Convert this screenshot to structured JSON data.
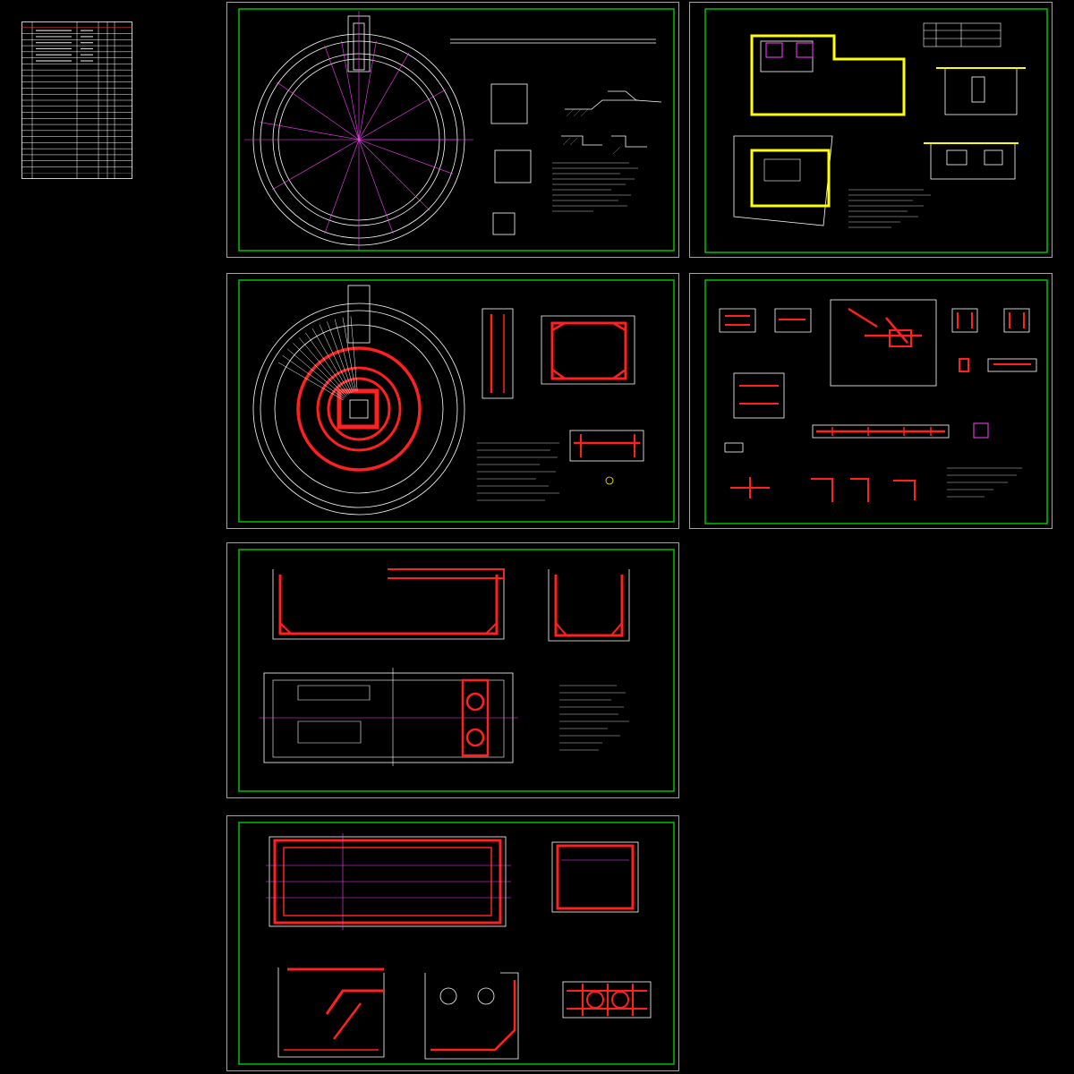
{
  "drawing_index": {
    "title": "",
    "rows": 26,
    "highlighted_rows": [
      0,
      1,
      2,
      3,
      4,
      5
    ]
  },
  "sheets": [
    {
      "id": "sheet-1",
      "content": "circular-tank-plan-with-sections"
    },
    {
      "id": "sheet-2",
      "content": "pump-house-plan-section-elevation"
    },
    {
      "id": "sheet-3",
      "content": "circular-tank-reinforcement-plan"
    },
    {
      "id": "sheet-4",
      "content": "detail-sections-reinforcement"
    },
    {
      "id": "sheet-5",
      "content": "rectangular-tank-sections-and-plan"
    },
    {
      "id": "sheet-6",
      "content": "rectangular-tank-reinforcement-sections"
    }
  ],
  "colors": {
    "background": "#000000",
    "border": "#00c000",
    "linework": "#ffffff",
    "reinforcement": "#ff2020",
    "centerline": "#ff40ff",
    "wall_fill": "#ffff00",
    "table_rule": "#ff4040"
  }
}
